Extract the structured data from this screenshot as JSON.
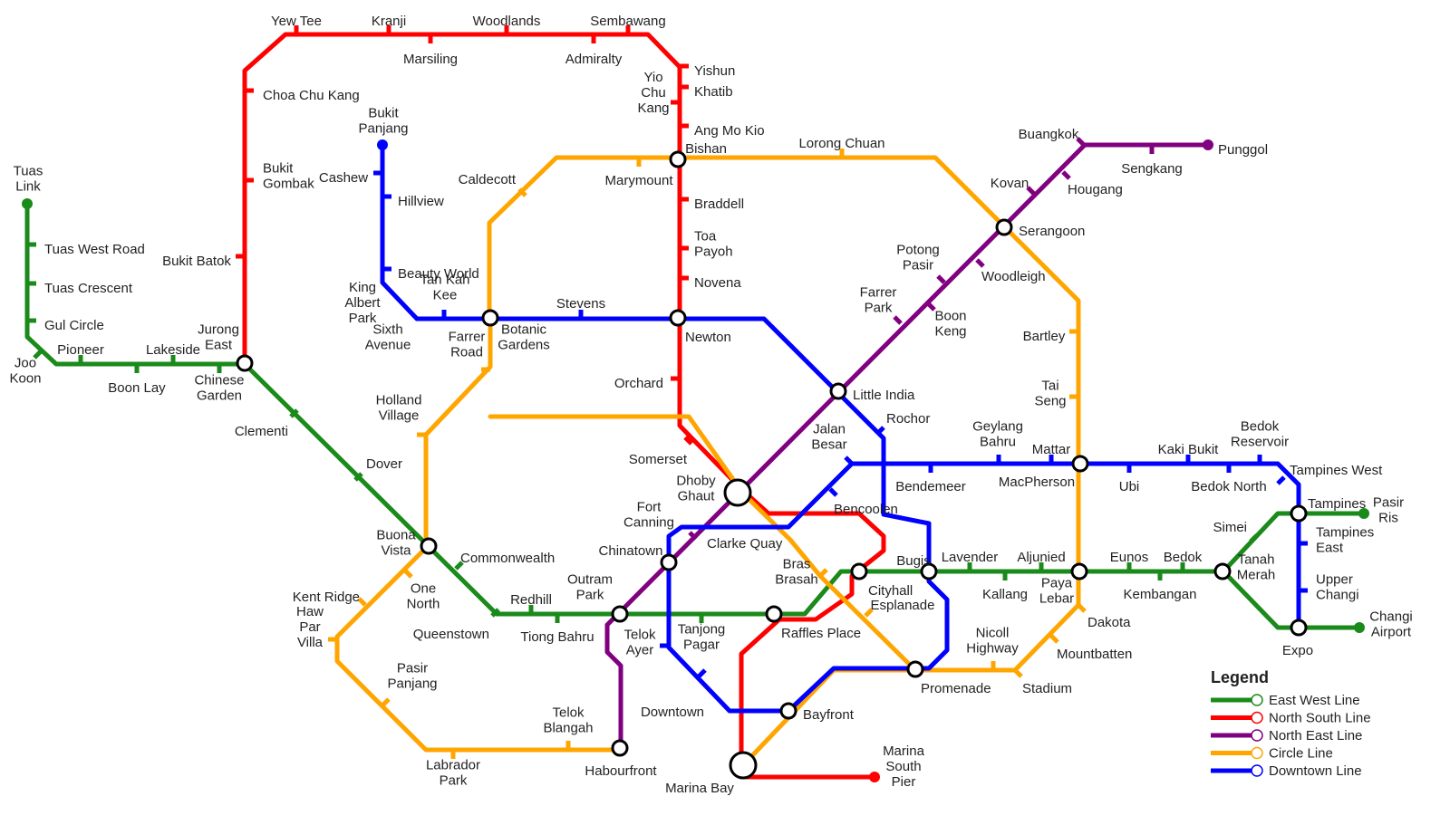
{
  "colors": {
    "EW": "#1a8a1a",
    "NS": "#ff0000",
    "NE": "#800080",
    "CC": "#ffa500",
    "DT": "#0000ff"
  },
  "legend": {
    "title": "Legend",
    "items": [
      {
        "line": "EW",
        "label": "East West Line"
      },
      {
        "line": "NS",
        "label": "North South Line"
      },
      {
        "line": "NE",
        "label": "North East Line"
      },
      {
        "line": "CC",
        "label": "Circle Line"
      },
      {
        "line": "DT",
        "label": "Downtown Line"
      }
    ]
  },
  "stations": [
    {
      "name": "Tuas Link",
      "label": [
        "Tuas",
        "Link"
      ]
    },
    {
      "name": "Tuas West Road",
      "label": [
        "Tuas West Road"
      ]
    },
    {
      "name": "Tuas Crescent",
      "label": [
        "Tuas Crescent"
      ]
    },
    {
      "name": "Gul Circle",
      "label": [
        "Gul Circle"
      ]
    },
    {
      "name": "Joo Koon",
      "label": [
        "Joo",
        "Koon"
      ]
    },
    {
      "name": "Pioneer",
      "label": [
        "Pioneer"
      ]
    },
    {
      "name": "Boon Lay",
      "label": [
        "Boon Lay"
      ]
    },
    {
      "name": "Lakeside",
      "label": [
        "Lakeside"
      ]
    },
    {
      "name": "Chinese Garden",
      "label": [
        "Chinese",
        "Garden"
      ]
    },
    {
      "name": "Jurong East",
      "label": [
        "Jurong",
        "East"
      ]
    },
    {
      "name": "Clementi",
      "label": [
        "Clementi"
      ]
    },
    {
      "name": "Dover",
      "label": [
        "Dover"
      ]
    },
    {
      "name": "Buona Vista",
      "label": [
        "Buona",
        "Vista"
      ]
    },
    {
      "name": "Commonwealth",
      "label": [
        "Commonwealth"
      ]
    },
    {
      "name": "Queenstown",
      "label": [
        "Queenstown"
      ]
    },
    {
      "name": "Redhill",
      "label": [
        "Redhill"
      ]
    },
    {
      "name": "Tiong Bahru",
      "label": [
        "Tiong Bahru"
      ]
    },
    {
      "name": "Outram Park",
      "label": [
        "Outram",
        "Park"
      ]
    },
    {
      "name": "Tanjong Pagar",
      "label": [
        "Tanjong",
        "Pagar"
      ]
    },
    {
      "name": "Raffles Place",
      "label": [
        "Raffles Place"
      ]
    },
    {
      "name": "Cityhall",
      "label": [
        "Cityhall"
      ]
    },
    {
      "name": "Bugis",
      "label": [
        "Bugis"
      ]
    },
    {
      "name": "Lavender",
      "label": [
        "Lavender"
      ]
    },
    {
      "name": "Kallang",
      "label": [
        "Kallang"
      ]
    },
    {
      "name": "Aljunied",
      "label": [
        "Aljunied"
      ]
    },
    {
      "name": "Paya Lebar",
      "label": [
        "Paya",
        "Lebar"
      ]
    },
    {
      "name": "Eunos",
      "label": [
        "Eunos"
      ]
    },
    {
      "name": "Kembangan",
      "label": [
        "Kembangan"
      ]
    },
    {
      "name": "Bedok",
      "label": [
        "Bedok"
      ]
    },
    {
      "name": "Tanah Merah",
      "label": [
        "Tanah",
        "Merah"
      ]
    },
    {
      "name": "Simei",
      "label": [
        "Simei"
      ]
    },
    {
      "name": "Tampines",
      "label": [
        "Tampines"
      ]
    },
    {
      "name": "Pasir Ris",
      "label": [
        "Pasir",
        "Ris"
      ]
    },
    {
      "name": "Expo",
      "label": [
        "Expo"
      ]
    },
    {
      "name": "Changi Airport",
      "label": [
        "Changi",
        "Airport"
      ]
    },
    {
      "name": "Bukit Batok",
      "label": [
        "Bukit Batok"
      ]
    },
    {
      "name": "Bukit Gombak",
      "label": [
        "Bukit",
        "Gombak"
      ]
    },
    {
      "name": "Choa Chu Kang",
      "label": [
        "Choa Chu Kang"
      ]
    },
    {
      "name": "Yew Tee",
      "label": [
        "Yew Tee"
      ]
    },
    {
      "name": "Kranji",
      "label": [
        "Kranji"
      ]
    },
    {
      "name": "Marsiling",
      "label": [
        "Marsiling"
      ]
    },
    {
      "name": "Woodlands",
      "label": [
        "Woodlands"
      ]
    },
    {
      "name": "Admiralty",
      "label": [
        "Admiralty"
      ]
    },
    {
      "name": "Sembawang",
      "label": [
        "Sembawang"
      ]
    },
    {
      "name": "Yishun",
      "label": [
        "Yishun"
      ]
    },
    {
      "name": "Khatib",
      "label": [
        "Khatib"
      ]
    },
    {
      "name": "Yio Chu Kang",
      "label": [
        "Yio",
        "Chu",
        "Kang"
      ]
    },
    {
      "name": "Ang Mo Kio",
      "label": [
        "Ang Mo Kio"
      ]
    },
    {
      "name": "Bishan",
      "label": [
        "Bishan"
      ]
    },
    {
      "name": "Braddell",
      "label": [
        "Braddell"
      ]
    },
    {
      "name": "Toa Payoh",
      "label": [
        "Toa",
        "Payoh"
      ]
    },
    {
      "name": "Novena",
      "label": [
        "Novena"
      ]
    },
    {
      "name": "Newton",
      "label": [
        "Newton"
      ]
    },
    {
      "name": "Orchard",
      "label": [
        "Orchard"
      ]
    },
    {
      "name": "Somerset",
      "label": [
        "Somerset"
      ]
    },
    {
      "name": "Dhoby Ghaut",
      "label": [
        "Dhoby",
        "Ghaut"
      ]
    },
    {
      "name": "Marina Bay",
      "label": [
        "Marina Bay"
      ]
    },
    {
      "name": "Marina South Pier",
      "label": [
        "Marina",
        "South",
        "Pier"
      ]
    },
    {
      "name": "Habourfront",
      "label": [
        "Habourfront"
      ]
    },
    {
      "name": "Chinatown",
      "label": [
        "Chinatown"
      ]
    },
    {
      "name": "Clarke Quay",
      "label": [
        "Clarke Quay"
      ]
    },
    {
      "name": "Little India",
      "label": [
        "Little India"
      ]
    },
    {
      "name": "Farrer Park",
      "label": [
        "Farrer",
        "Park"
      ]
    },
    {
      "name": "Boon Keng",
      "label": [
        "Boon",
        "Keng"
      ]
    },
    {
      "name": "Potong Pasir",
      "label": [
        "Potong",
        "Pasir"
      ]
    },
    {
      "name": "Woodleigh",
      "label": [
        "Woodleigh"
      ]
    },
    {
      "name": "Serangoon",
      "label": [
        "Serangoon"
      ]
    },
    {
      "name": "Kovan",
      "label": [
        "Kovan"
      ]
    },
    {
      "name": "Hougang",
      "label": [
        "Hougang"
      ]
    },
    {
      "name": "Buangkok",
      "label": [
        "Buangkok"
      ]
    },
    {
      "name": "Sengkang",
      "label": [
        "Sengkang"
      ]
    },
    {
      "name": "Punggol",
      "label": [
        "Punggol"
      ]
    },
    {
      "name": "Bras Brasah",
      "label": [
        "Bras",
        "Brasah"
      ]
    },
    {
      "name": "Esplanade",
      "label": [
        "Esplanade"
      ]
    },
    {
      "name": "Promenade",
      "label": [
        "Promenade"
      ]
    },
    {
      "name": "Nicoll Highway",
      "label": [
        "Nicoll",
        "Highway"
      ]
    },
    {
      "name": "Stadium",
      "label": [
        "Stadium"
      ]
    },
    {
      "name": "Mountbatten",
      "label": [
        "Mountbatten"
      ]
    },
    {
      "name": "Dakota",
      "label": [
        "Dakota"
      ]
    },
    {
      "name": "MacPherson",
      "label": [
        "MacPherson"
      ]
    },
    {
      "name": "Tai Seng",
      "label": [
        "Tai",
        "Seng"
      ]
    },
    {
      "name": "Bartley",
      "label": [
        "Bartley"
      ]
    },
    {
      "name": "Lorong Chuan",
      "label": [
        "Lorong Chuan"
      ]
    },
    {
      "name": "Marymount",
      "label": [
        "Marymount"
      ]
    },
    {
      "name": "Caldecott",
      "label": [
        "Caldecott"
      ]
    },
    {
      "name": "Botanic Gardens",
      "label": [
        "Botanic",
        "Gardens"
      ]
    },
    {
      "name": "Farrer Road",
      "label": [
        "Farrer",
        "Road"
      ]
    },
    {
      "name": "Holland Village",
      "label": [
        "Holland",
        "Village"
      ]
    },
    {
      "name": "One North",
      "label": [
        "One",
        "North"
      ]
    },
    {
      "name": "Kent Ridge",
      "label": [
        "Kent Ridge"
      ]
    },
    {
      "name": "Haw Par Villa",
      "label": [
        "Haw",
        "Par",
        "Villa"
      ]
    },
    {
      "name": "Pasir Panjang",
      "label": [
        "Pasir",
        "Panjang"
      ]
    },
    {
      "name": "Labrador Park",
      "label": [
        "Labrador",
        "Park"
      ]
    },
    {
      "name": "Telok Blangah",
      "label": [
        "Telok",
        "Blangah"
      ]
    },
    {
      "name": "Bayfront",
      "label": [
        "Bayfront"
      ]
    },
    {
      "name": "Bukit Panjang",
      "label": [
        "Bukit",
        "Panjang"
      ]
    },
    {
      "name": "Cashew",
      "label": [
        "Cashew"
      ]
    },
    {
      "name": "Hillview",
      "label": [
        "Hillview"
      ]
    },
    {
      "name": "Beauty World",
      "label": [
        "Beauty World"
      ]
    },
    {
      "name": "King Albert Park",
      "label": [
        "King",
        "Albert",
        "Park"
      ]
    },
    {
      "name": "Sixth Avenue",
      "label": [
        "Sixth",
        "Avenue"
      ]
    },
    {
      "name": "Tan Kah Kee",
      "label": [
        "Tan Kah",
        "Kee"
      ]
    },
    {
      "name": "Stevens",
      "label": [
        "Stevens"
      ]
    },
    {
      "name": "Rochor",
      "label": [
        "Rochor"
      ]
    },
    {
      "name": "Jalan Besar",
      "label": [
        "Jalan",
        "Besar"
      ]
    },
    {
      "name": "Bendemeer",
      "label": [
        "Bendemeer"
      ]
    },
    {
      "name": "Geylang Bahru",
      "label": [
        "Geylang",
        "Bahru"
      ]
    },
    {
      "name": "Mattar",
      "label": [
        "Mattar"
      ]
    },
    {
      "name": "Ubi",
      "label": [
        "Ubi"
      ]
    },
    {
      "name": "Kaki Bukit",
      "label": [
        "Kaki Bukit"
      ]
    },
    {
      "name": "Bedok North",
      "label": [
        "Bedok North"
      ]
    },
    {
      "name": "Bedok Reservoir",
      "label": [
        "Bedok",
        "Reservoir"
      ]
    },
    {
      "name": "Tampines West",
      "label": [
        "Tampines West"
      ]
    },
    {
      "name": "Tampines East",
      "label": [
        "Tampines",
        "East"
      ]
    },
    {
      "name": "Upper Changi",
      "label": [
        "Upper",
        "Changi"
      ]
    },
    {
      "name": "Bencoolen",
      "label": [
        "Bencoolen"
      ]
    },
    {
      "name": "Fort Canning",
      "label": [
        "Fort",
        "Canning"
      ]
    },
    {
      "name": "Telok Ayer",
      "label": [
        "Telok",
        "Ayer"
      ]
    },
    {
      "name": "Downtown",
      "label": [
        "Downtown"
      ]
    }
  ]
}
